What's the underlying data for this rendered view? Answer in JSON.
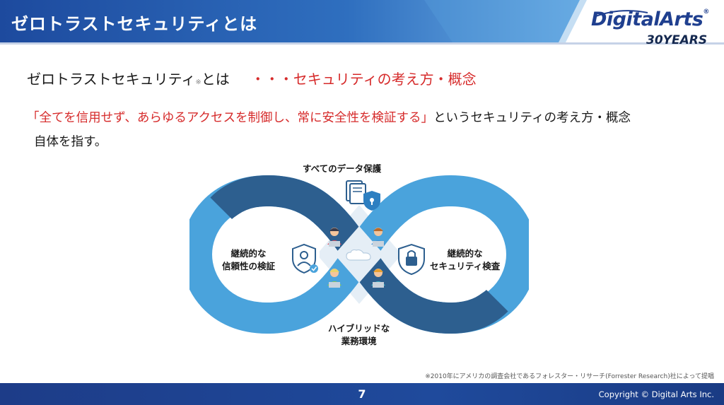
{
  "slide": {
    "title": "ゼロトラストセキュリティとは",
    "logo_main": "DigitalArts",
    "logo_sub": "30YEARS",
    "logo_registered": "®"
  },
  "heading": {
    "prefix": "ゼロトラストセキュリティ",
    "note_mark": "※",
    "suffix": "とは",
    "accent": "・・・セキュリティの考え方・概念"
  },
  "paragraph": {
    "red_part": "「全てを信用せず、あらゆるアクセスを制御し、常に安全性を検証する」",
    "black_part": "というセキュリティの考え方・概念",
    "line2": "自体を指す。"
  },
  "diagram": {
    "top_label": "すべてのデータ保護",
    "left_label_line1": "継続的な",
    "left_label_line2": "信頼性の検証",
    "right_label_line1": "継続的な",
    "right_label_line2": "セキュリティ検査",
    "bottom_label_line1": "ハイブリッドな",
    "bottom_label_line2": "業務環境",
    "icons": [
      "document-lock-icon",
      "user-shield-icon",
      "padlock-shield-icon",
      "cloud-icon",
      "person-laptop-icon"
    ],
    "colors": {
      "light_blue": "#4aa3dc",
      "dark_blue": "#2d5f8f",
      "center": "#e5eef6"
    }
  },
  "footnote": "※2010年にアメリカの調査会社であるフォレスター・リサーチ(Forrester Research)社によって提唱",
  "footer": {
    "page_number": "7",
    "copyright": "Copyright © Digital Arts Inc."
  }
}
